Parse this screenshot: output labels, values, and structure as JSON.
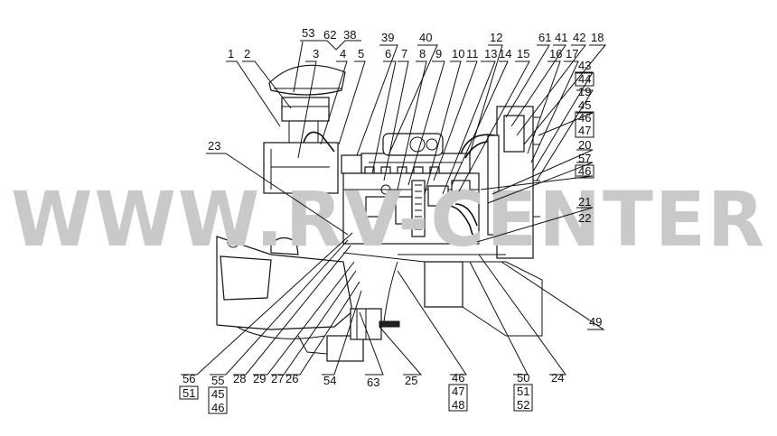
{
  "watermark": "WWW.RV-CENTER",
  "callouts": {
    "c1": "1",
    "c2": "2",
    "c3": "3",
    "c4": "4",
    "c5": "5",
    "c53": "53",
    "c62": "62",
    "c38": "38",
    "c6": "6",
    "c7": "7",
    "c8": "8",
    "c9": "9",
    "c10": "10",
    "c11": "11",
    "c13": "13",
    "c14": "14",
    "c15": "15",
    "c12": "12",
    "c39": "39",
    "c40": "40",
    "c61": "61",
    "c41": "41",
    "c42": "42",
    "c18": "18",
    "c16": "16",
    "c17": "17",
    "c43": "43",
    "c44": "44",
    "c19": "19",
    "c45": "45",
    "c46a": "46",
    "c47a": "47",
    "c20": "20",
    "c57": "57",
    "c46b": "46",
    "c21": "21",
    "c22": "22",
    "c23": "23",
    "c49": "49",
    "c56": "56",
    "c51a": "51",
    "c55": "55",
    "c45b": "45",
    "c46c": "46",
    "c28": "28",
    "c29": "29",
    "c27": "27",
    "c26": "26",
    "c54": "54",
    "c63": "63",
    "c25": "25",
    "c46d": "46",
    "c47b": "47",
    "c48": "48",
    "c50": "50",
    "c51b": "51",
    "c52": "52",
    "c24": "24"
  }
}
